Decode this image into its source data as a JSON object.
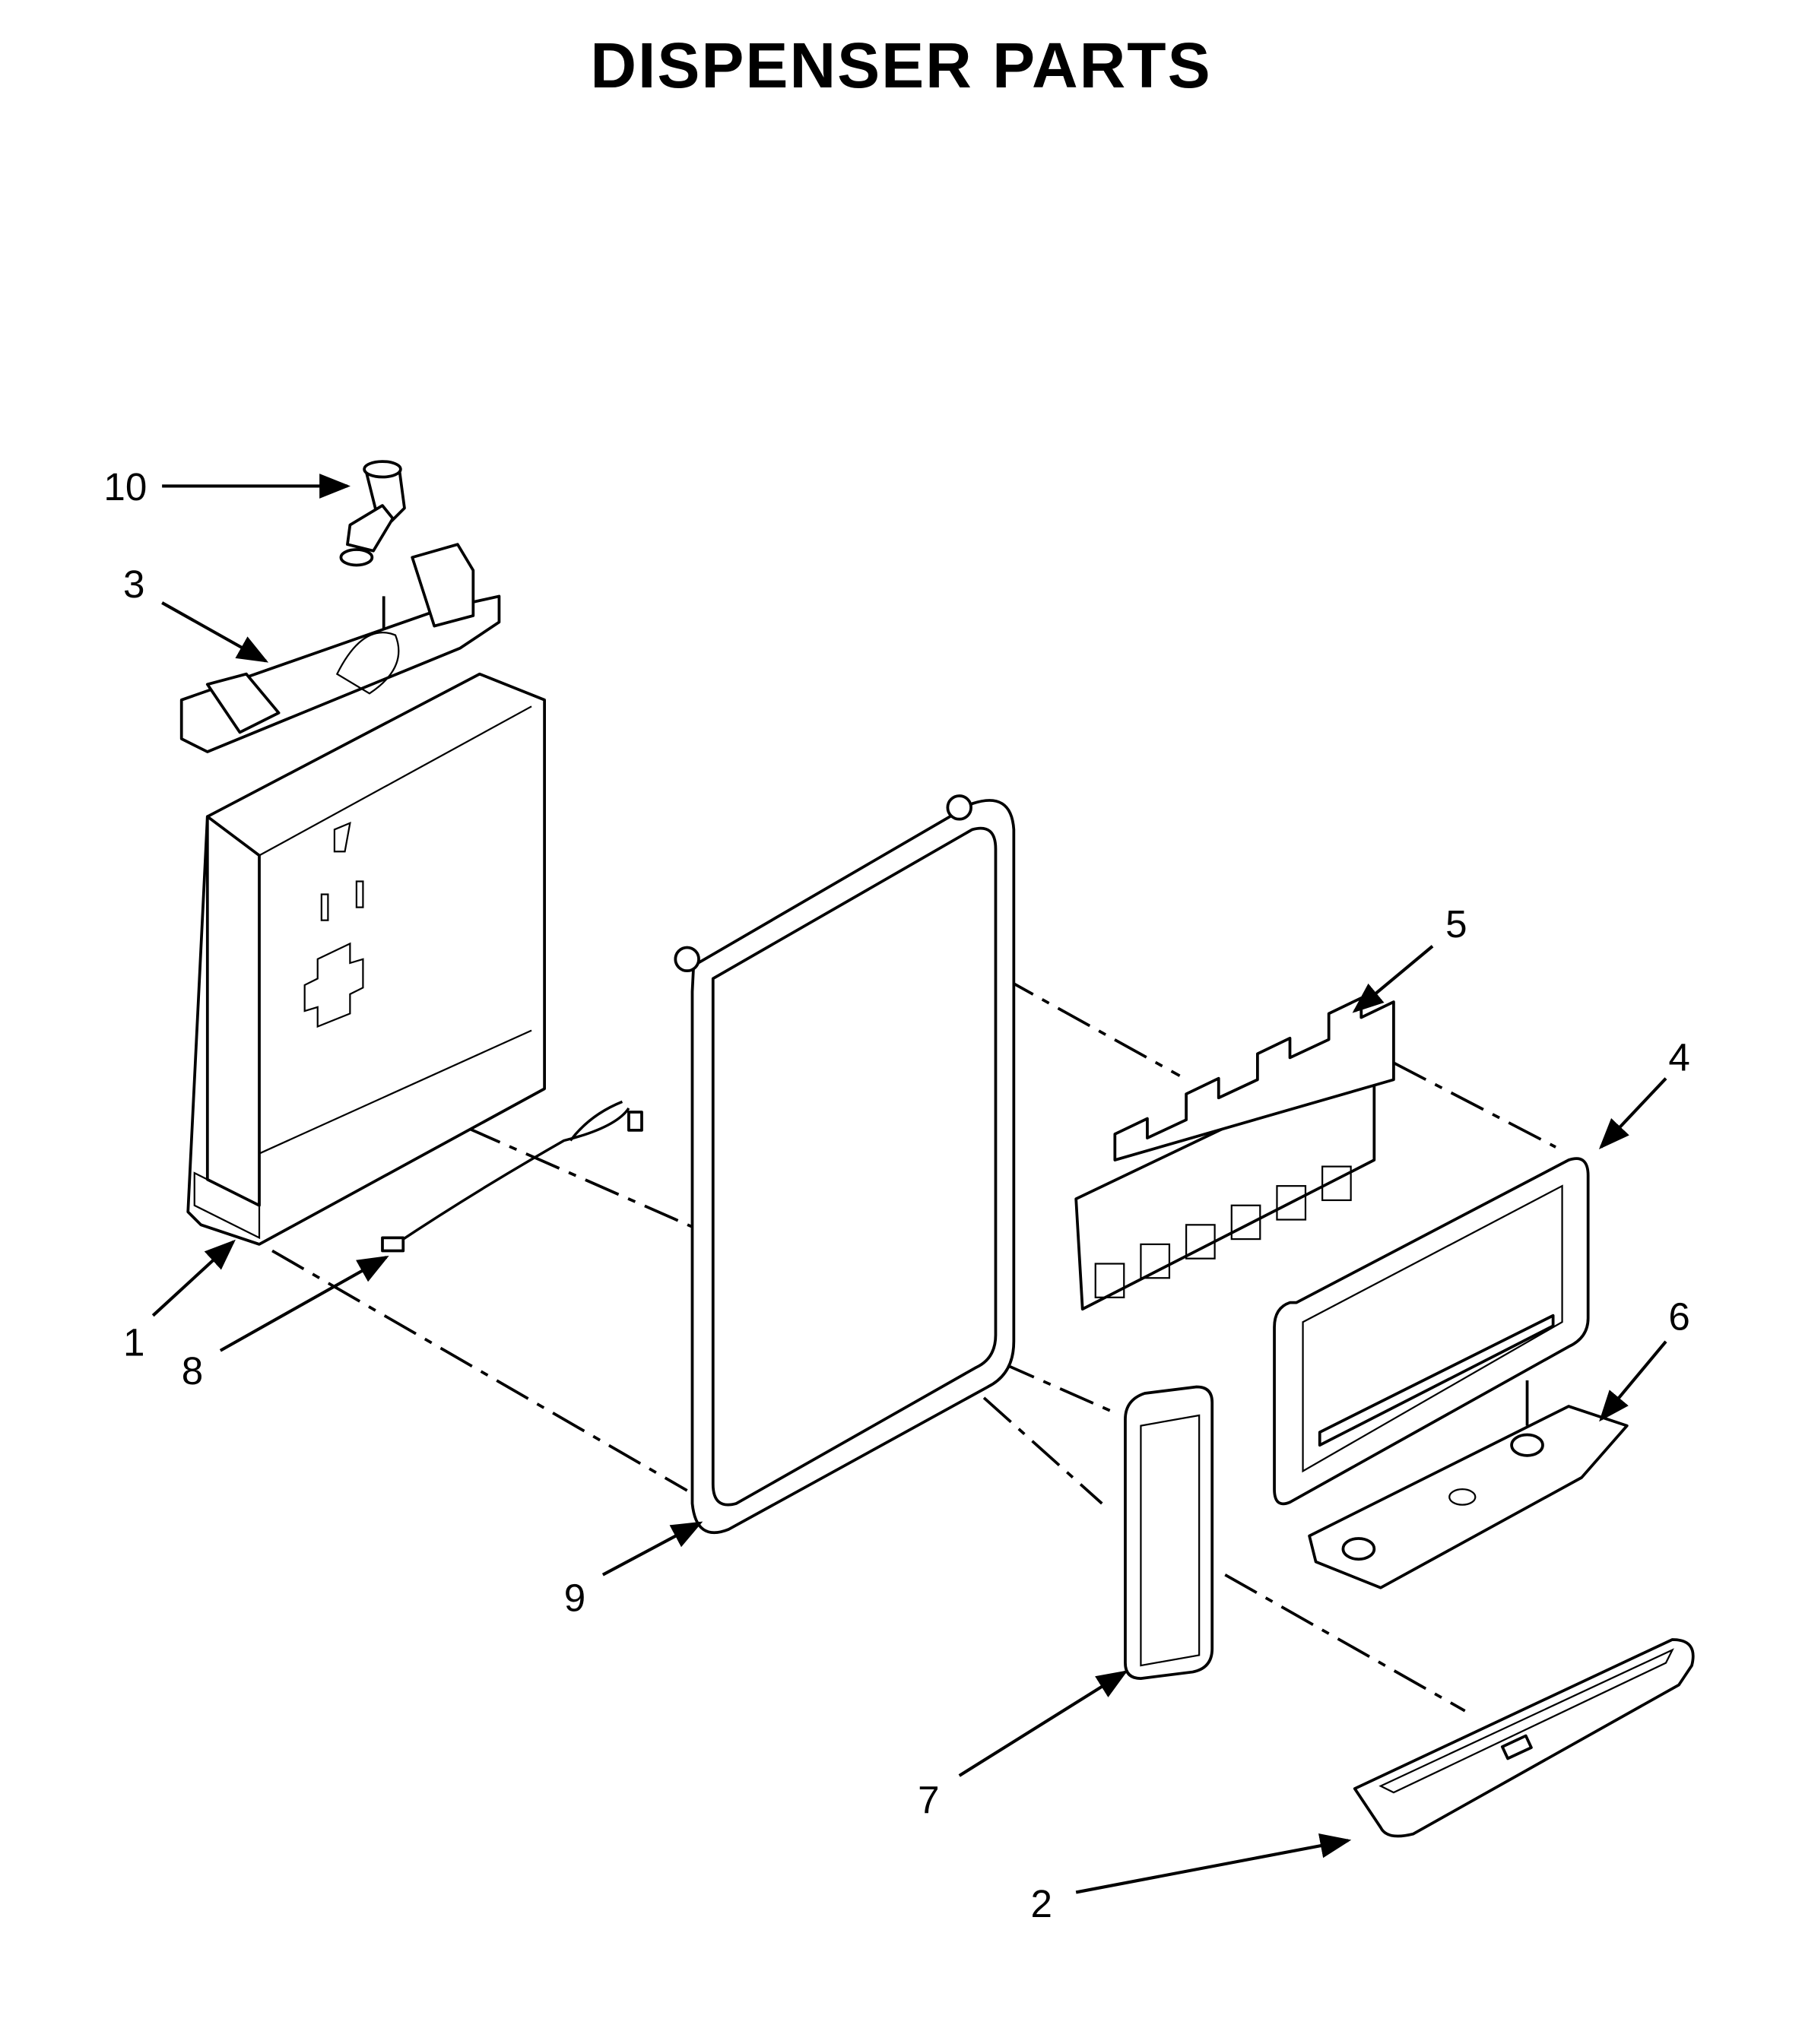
{
  "title": "DISPENSER PARTS",
  "callouts": [
    {
      "id": "10",
      "label": "10"
    },
    {
      "id": "3",
      "label": "3"
    },
    {
      "id": "5",
      "label": "5"
    },
    {
      "id": "4",
      "label": "4"
    },
    {
      "id": "6",
      "label": "6"
    },
    {
      "id": "1",
      "label": "1"
    },
    {
      "id": "8",
      "label": "8"
    },
    {
      "id": "9",
      "label": "9"
    },
    {
      "id": "7",
      "label": "7"
    },
    {
      "id": "2",
      "label": "2"
    }
  ]
}
